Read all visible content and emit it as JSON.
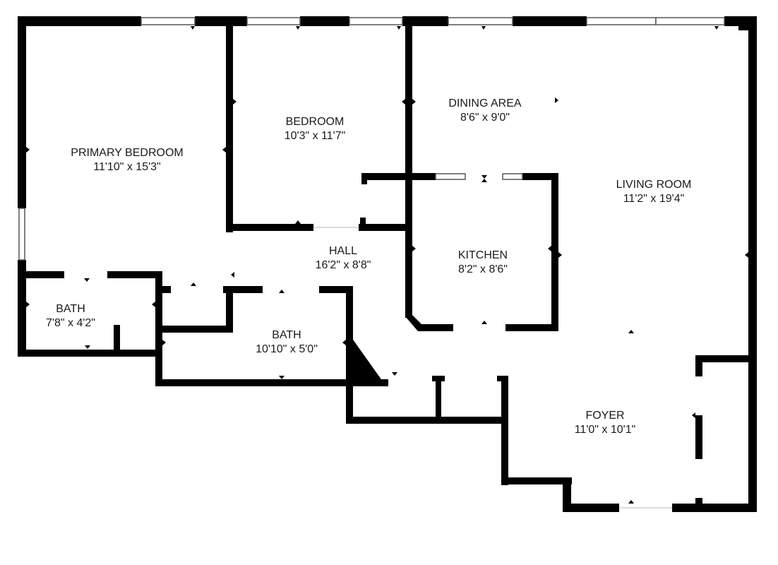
{
  "colors": {
    "wall": "#000000",
    "background": "#ffffff",
    "text": "#1a1a1a",
    "window": "#9a9a9a"
  },
  "rooms": [
    {
      "id": "primary-bedroom",
      "name": "PRIMARY BEDROOM",
      "dims": "11'10\" x 15'3\""
    },
    {
      "id": "bedroom",
      "name": "BEDROOM",
      "dims": "10'3\" x 11'7\""
    },
    {
      "id": "dining-area",
      "name": "DINING AREA",
      "dims": "8'6\" x 9'0\""
    },
    {
      "id": "living-room",
      "name": "LIVING ROOM",
      "dims": "11'2\" x 19'4\""
    },
    {
      "id": "hall",
      "name": "HALL",
      "dims": "16'2\" x 8'8\""
    },
    {
      "id": "kitchen",
      "name": "KITCHEN",
      "dims": "8'2\" x 8'6\""
    },
    {
      "id": "bath-small",
      "name": "BATH",
      "dims": "7'8\" x 4'2\""
    },
    {
      "id": "bath-main",
      "name": "BATH",
      "dims": "10'10\" x 5'0\""
    },
    {
      "id": "foyer",
      "name": "FOYER",
      "dims": "11'0\" x 10'1\""
    }
  ]
}
